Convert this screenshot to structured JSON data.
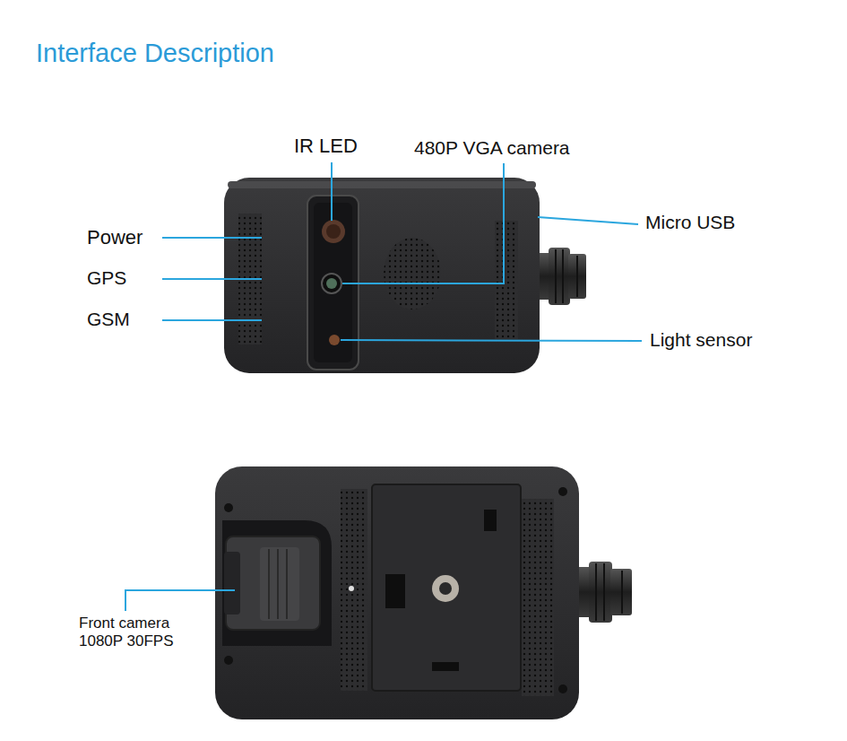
{
  "diagram": {
    "title": "Interface Description",
    "labels": [
      "IR LED",
      "480P VGA camera",
      "Power",
      "GPS",
      "GSM",
      "Micro USB",
      "Light sensor",
      "Front camera 1080P 30FPS"
    ]
  }
}
